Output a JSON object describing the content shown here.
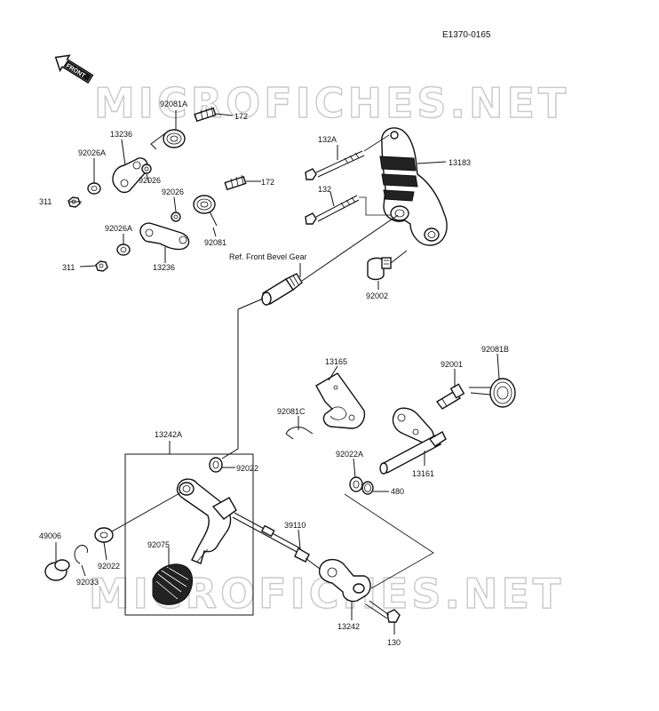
{
  "diagram_code": "E1370-0165",
  "front_arrow_label": "FRONT",
  "watermark": "MICROFICHES.NET",
  "ref_label": "Ref. Front Bevel Gear",
  "labels": {
    "p92081A": "92081A",
    "p172a": "172",
    "p13236a": "13236",
    "p92026Aa": "92026A",
    "p92026a": "92026",
    "p311a": "311",
    "p92026b": "92026",
    "p172b": "172",
    "p92081": "92081",
    "p92026Ab": "92026A",
    "p13236b": "13236",
    "p311b": "311",
    "p132A": "132A",
    "p13183": "13183",
    "p132": "132",
    "p92002": "92002",
    "p13165": "13165",
    "p92081B": "92081B",
    "p92001": "92001",
    "p92081C": "92081C",
    "p92022A": "92022A",
    "p480": "480",
    "p13161": "13161",
    "p13242A": "13242A",
    "p92022a": "92022",
    "p39110": "39110",
    "p49006": "49006",
    "p92075": "92075",
    "p92022b": "92022",
    "p92033": "92033",
    "p13242": "13242",
    "p130": "130"
  }
}
